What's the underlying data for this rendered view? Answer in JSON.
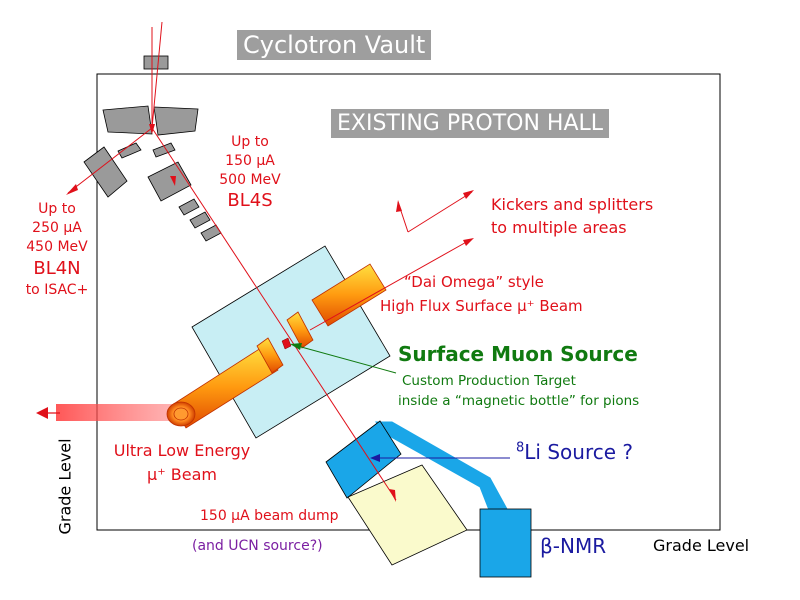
{
  "titles": {
    "cyclotron_vault": "Cyclotron Vault",
    "proton_hall": "EXISTING PROTON HALL"
  },
  "bl4s": {
    "current": "Up to",
    "current2": "150 µA",
    "energy": "500 MeV",
    "name": "BL4S"
  },
  "bl4n": {
    "line1": "Up to",
    "line2": "250 µA",
    "line3": "450 MeV",
    "name": "BL4N",
    "dest": "to ISAC+"
  },
  "kickers": {
    "line1": "Kickers and splitters",
    "line2": "to multiple areas"
  },
  "dai_omega": {
    "line1": "“Dai Omega” style",
    "line2": "High Flux Surface µ⁺ Beam"
  },
  "surface_muon": "Surface Muon Source",
  "target": {
    "line1": "Custom Production Target",
    "line2": "inside a “magnetic bottle” for pions"
  },
  "ule": {
    "line1": "Ultra Low Energy",
    "line2": "µ⁺ Beam"
  },
  "li_source": {
    "superscript": "8",
    "text": "Li Source ?"
  },
  "beam_dump": "150 µA beam dump",
  "ucn": "(and UCN source?)",
  "bnmr": "β-NMR",
  "grade_level": "Grade Level",
  "grade_level_vertical": "Grade Level",
  "colors": {
    "beam_red": "#e0101a",
    "target_box": "#c8eef4",
    "li_blue": "#1aa6e8",
    "dump": "#fafacc",
    "magnet_gray": "#9a9a9a"
  }
}
